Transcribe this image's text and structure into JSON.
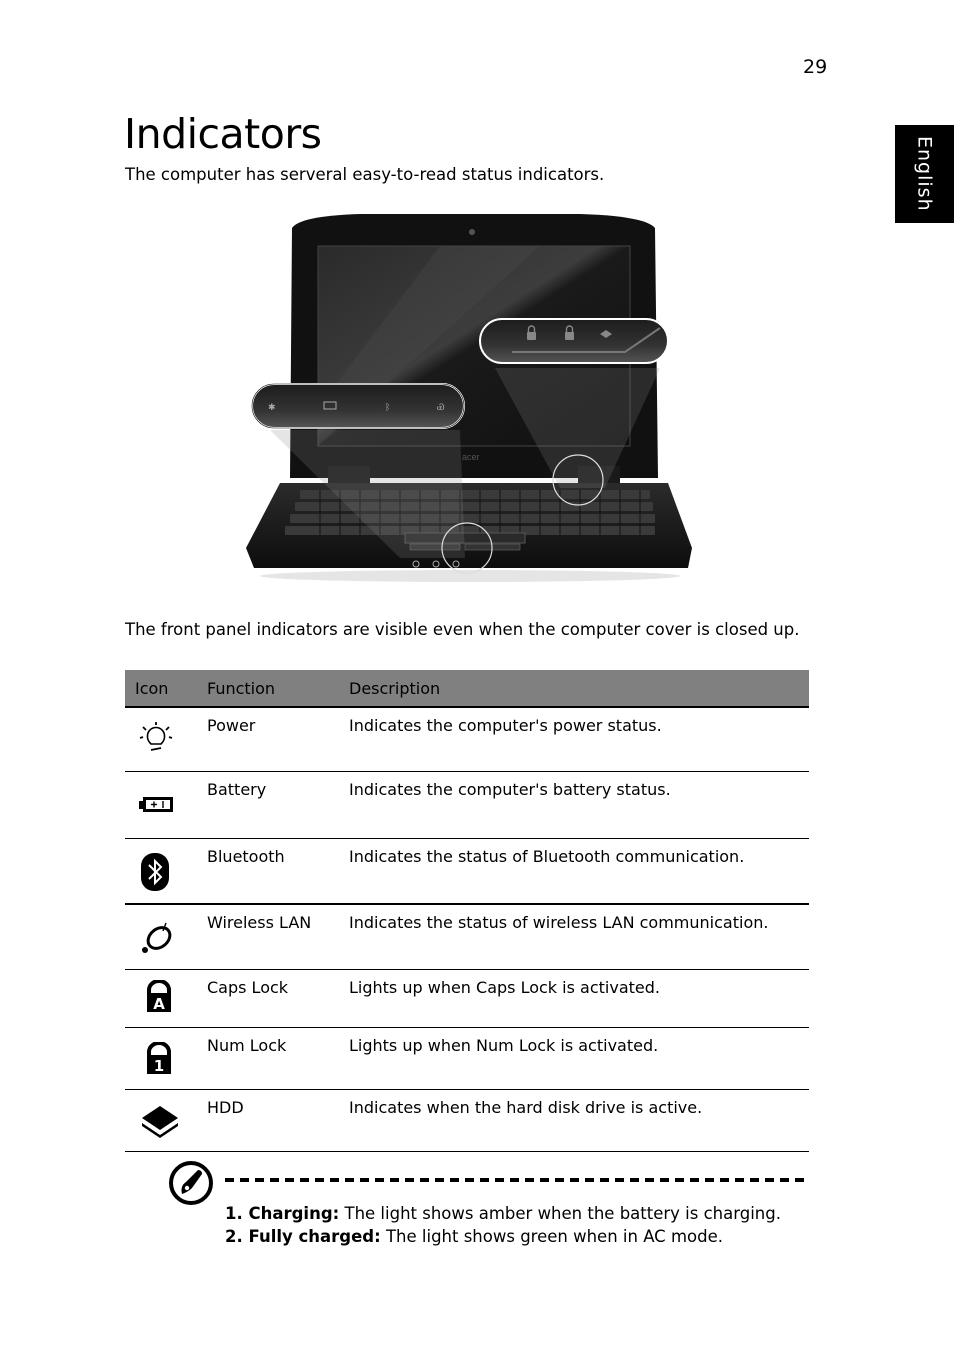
{
  "page": {
    "number": "29",
    "language_tab": "English",
    "title": "Indicators",
    "intro": "The computer has serveral easy-to-read status indicators.",
    "front_panel_note": "The front panel indicators are visible even when the computer cover is closed up."
  },
  "figure": {
    "description": "Laptop photo with callouts of front-panel indicators",
    "callout_left_icons": [
      "power-icon",
      "battery-icon",
      "bluetooth-icon",
      "wireless-lan-icon"
    ],
    "callout_right_icons": [
      "caps-lock-icon",
      "num-lock-icon",
      "hdd-icon"
    ]
  },
  "table": {
    "headers": [
      "Icon",
      "Function",
      "Description"
    ],
    "header_bg": "#808080",
    "rows": [
      {
        "icon": "power-icon",
        "function": "Power",
        "description": "Indicates the computer's power status."
      },
      {
        "icon": "battery-icon",
        "function": "Battery",
        "description": "Indicates the computer's battery status."
      },
      {
        "icon": "bluetooth-icon",
        "function": "Bluetooth",
        "description": "Indicates the status of Bluetooth communication."
      },
      {
        "icon": "wireless-lan-icon",
        "function": "Wireless LAN",
        "description": "Indicates the status of wireless LAN communication."
      },
      {
        "icon": "caps-lock-icon",
        "function": "Caps Lock",
        "description": "Lights up when Caps Lock is activated."
      },
      {
        "icon": "num-lock-icon",
        "function": "Num Lock",
        "description": "Lights up when Num Lock is activated."
      },
      {
        "icon": "hdd-icon",
        "function": "HDD",
        "description": "Indicates when the hard disk drive is active."
      }
    ]
  },
  "note": {
    "icon": "note-pen-icon",
    "items": [
      {
        "label": "1. Charging:",
        "text": " The light shows amber when the battery is charging."
      },
      {
        "label": "2. Fully charged:",
        "text": " The light shows green when in AC mode."
      }
    ]
  }
}
